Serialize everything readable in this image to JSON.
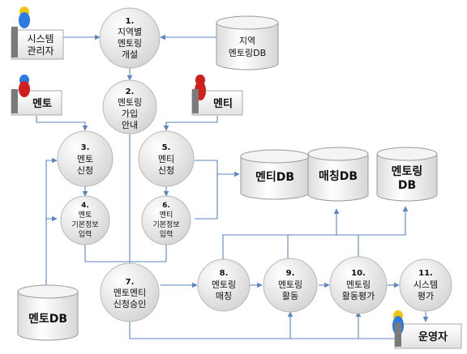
{
  "actors": {
    "system_admin": {
      "line1": "시스템",
      "line2": "관리자"
    },
    "mentor": {
      "label": "멘토"
    },
    "mentee": {
      "label": "멘티"
    },
    "operator": {
      "label": "운영자"
    }
  },
  "process_steps": {
    "s1": {
      "number": "1.",
      "line1": "지역별",
      "line2": "멘토링",
      "line3": "개설"
    },
    "s2": {
      "number": "2.",
      "line1": "멘토링",
      "line2": "가입",
      "line3": "안내"
    },
    "s3": {
      "number": "3.",
      "line1": "멘토",
      "line2": "신청"
    },
    "s4": {
      "number": "4.",
      "line1": "멘토",
      "line2": "기본정보",
      "line3": "입력"
    },
    "s5": {
      "number": "5.",
      "line1": "멘티",
      "line2": "신청"
    },
    "s6": {
      "number": "6.",
      "line1": "멘티",
      "line2": "기본정보",
      "line3": "입력"
    },
    "s7": {
      "number": "7.",
      "line1": "멘토멘티",
      "line2": "신청승인"
    },
    "s8": {
      "number": "8.",
      "line1": "멘토링",
      "line2": "매칭"
    },
    "s9": {
      "number": "9.",
      "line1": "멘토링",
      "line2": "활동"
    },
    "s10": {
      "number": "10.",
      "line1": "멘토링",
      "line2": "활동평가"
    },
    "s11": {
      "number": "11.",
      "line1": "시스템",
      "line2": "평가"
    }
  },
  "databases": {
    "regional_mentoring_db": {
      "line1": "지역",
      "line2": "멘토링DB"
    },
    "mentee_db": {
      "label": "멘티DB"
    },
    "matching_db": {
      "label": "매칭DB"
    },
    "mentoring_db": {
      "line1": "멘토링",
      "line2": "DB"
    },
    "mentor_db": {
      "label": "멘토DB"
    }
  },
  "colors": {
    "edge": "#5b86c0",
    "circle_fill_light": "#ffffff",
    "circle_fill_dark": "#d2d2d2",
    "cylinder_fill": "#ececec",
    "actor_head_blue": "#2a7be4",
    "actor_head_red": "#d0201e",
    "actor_body_yellow": "#f1c40f"
  }
}
